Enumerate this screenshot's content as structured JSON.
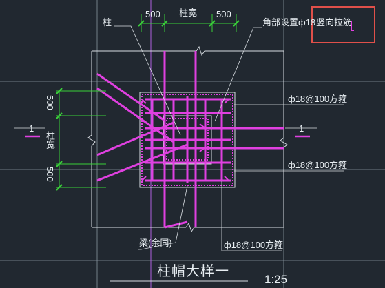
{
  "labels": {
    "dim_top_left": "500",
    "dim_top_mid": "柱宽",
    "dim_top_right": "500",
    "column": "柱",
    "corner_note_a": "角部设置",
    "corner_note_b": "ф18",
    "corner_note_c": "竖向拉筋",
    "stirrup_1": "ф18@100方箍",
    "stirrup_2": "ф18@100方箍",
    "stirrup_3": "ф18@100方箍",
    "dim_left_top": "500",
    "dim_left_mid": "柱宽",
    "dim_left_bottom": "500",
    "section_mark_left": "1",
    "section_mark_right": "1",
    "beam_note": "梁(余同)",
    "title": "柱帽大样一",
    "scale": "1:25"
  },
  "colors": {
    "background": "#212830",
    "rebar": "#e040e0",
    "line": "#d8dde2",
    "dimension": "#39d039",
    "highlight": "#e0504a"
  }
}
